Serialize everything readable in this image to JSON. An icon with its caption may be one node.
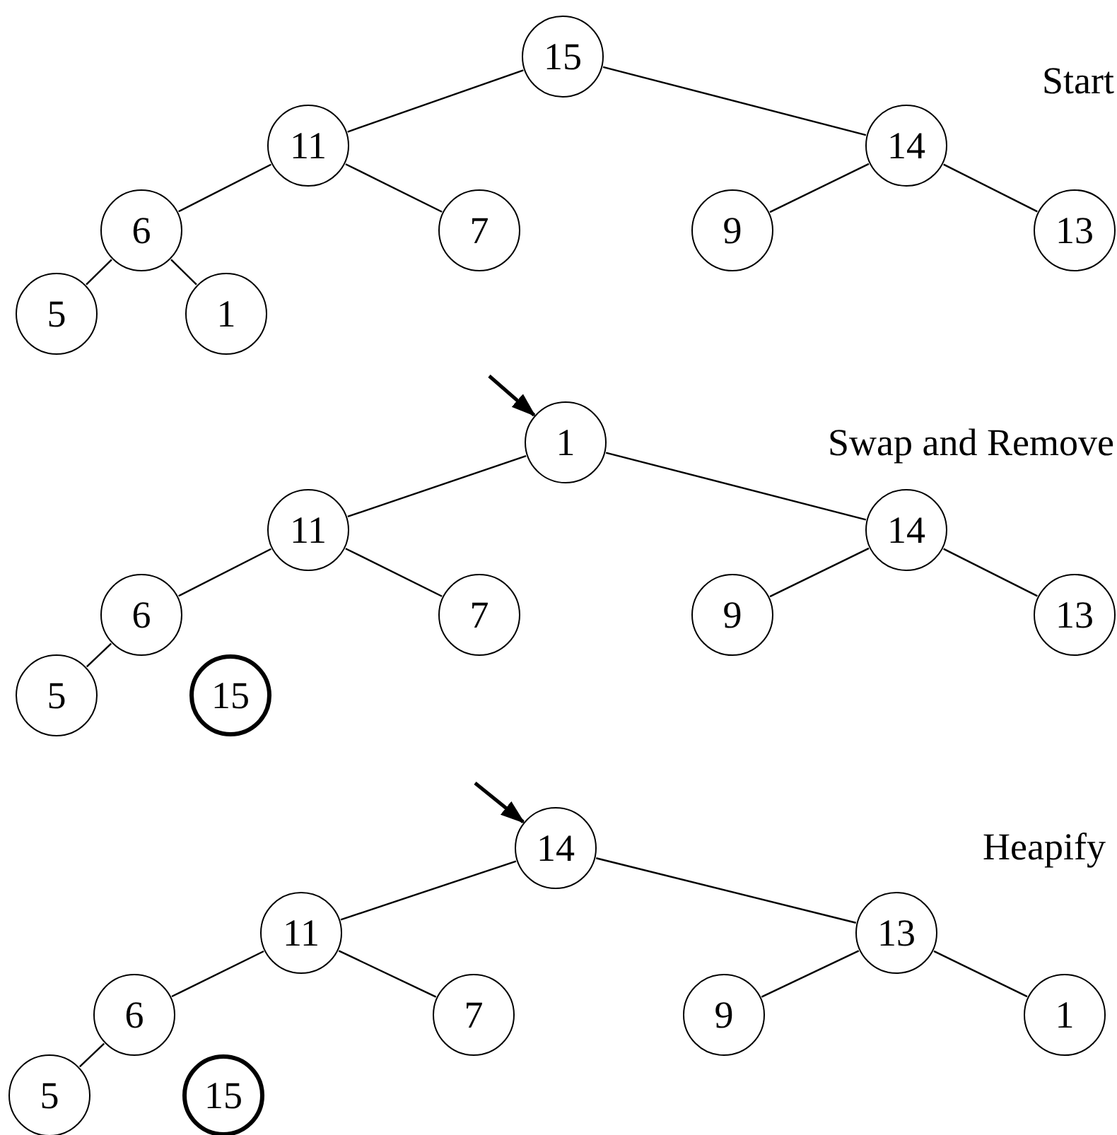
{
  "diagram": {
    "nodes": [
      {
        "text": [
          "15"
        ]
      },
      {
        "text": [
          "11"
        ]
      },
      {
        "text": [
          "14"
        ]
      },
      {
        "text": [
          "6"
        ]
      },
      {
        "text": [
          "7"
        ]
      },
      {
        "text": [
          "9"
        ]
      },
      {
        "text": [
          "13"
        ]
      },
      {
        "text": [
          "5"
        ]
      },
      {
        "text": [
          "1"
        ]
      },
      {
        "text": [
          "1"
        ]
      },
      {
        "text": [
          "11"
        ]
      },
      {
        "text": [
          "14"
        ]
      },
      {
        "text": [
          "6"
        ]
      },
      {
        "text": [
          "7"
        ]
      },
      {
        "text": [
          "9"
        ]
      },
      {
        "text": [
          "13"
        ]
      },
      {
        "text": [
          "5"
        ]
      },
      {
        "text": [
          "15"
        ]
      },
      {
        "text": [
          "14"
        ]
      },
      {
        "text": [
          "11"
        ]
      },
      {
        "text": [
          "13"
        ]
      },
      {
        "text": [
          "6"
        ]
      },
      {
        "text": [
          "7"
        ]
      },
      {
        "text": [
          "9"
        ]
      },
      {
        "text": [
          "1"
        ]
      },
      {
        "text": [
          "5"
        ]
      },
      {
        "text": [
          "15"
        ]
      }
    ],
    "edges": [
      {
        "from": 0,
        "to": 1,
        "arrow": "none"
      },
      {
        "from": 0,
        "to": 2,
        "arrow": "none"
      },
      {
        "from": 1,
        "to": 3,
        "arrow": "none"
      },
      {
        "from": 1,
        "to": 4,
        "arrow": "none"
      },
      {
        "from": 2,
        "to": 5,
        "arrow": "none"
      },
      {
        "from": 2,
        "to": 6,
        "arrow": "none"
      },
      {
        "from": 3,
        "to": 7,
        "arrow": "none"
      },
      {
        "from": 3,
        "to": 8,
        "arrow": "none"
      },
      {
        "from": null,
        "to": 9,
        "arrow": "to"
      },
      {
        "from": 9,
        "to": 10,
        "arrow": "none"
      },
      {
        "from": 9,
        "to": 11,
        "arrow": "none"
      },
      {
        "from": 10,
        "to": 12,
        "arrow": "none"
      },
      {
        "from": 10,
        "to": 13,
        "arrow": "none"
      },
      {
        "from": 11,
        "to": 14,
        "arrow": "none"
      },
      {
        "from": 11,
        "to": 15,
        "arrow": "none"
      },
      {
        "from": 12,
        "to": 16,
        "arrow": "none"
      },
      {
        "from": null,
        "to": 18,
        "arrow": "to"
      },
      {
        "from": 18,
        "to": 19,
        "arrow": "none"
      },
      {
        "from": 18,
        "to": 20,
        "arrow": "none"
      },
      {
        "from": 19,
        "to": 21,
        "arrow": "none"
      },
      {
        "from": 19,
        "to": 22,
        "arrow": "none"
      },
      {
        "from": 20,
        "to": 23,
        "arrow": "none"
      },
      {
        "from": 20,
        "to": 24,
        "arrow": "none"
      },
      {
        "from": 21,
        "to": 25,
        "arrow": "none"
      }
    ],
    "labels": [
      "Start",
      "Swap and Remove",
      "Heapify"
    ]
  }
}
